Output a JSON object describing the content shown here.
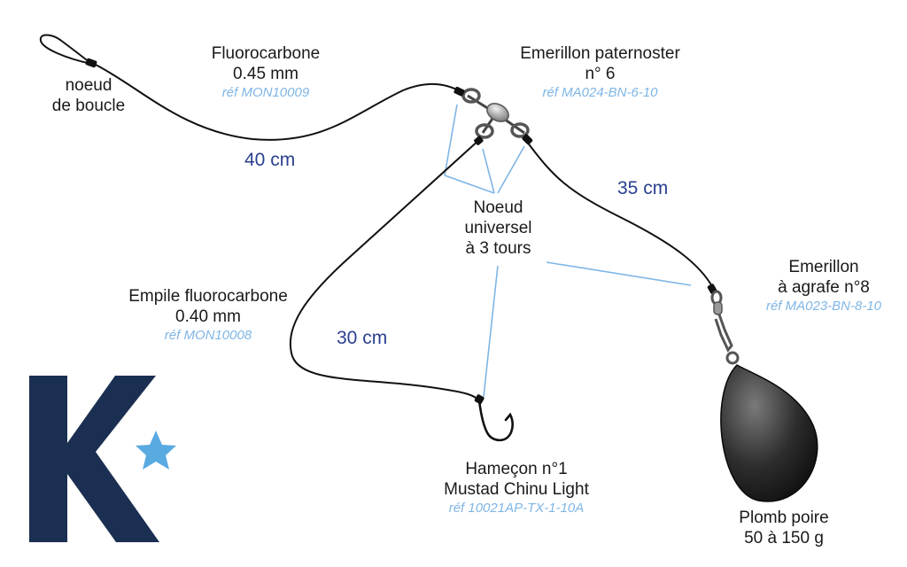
{
  "labels": {
    "loop_knot": {
      "line1": "noeud",
      "line2": "de boucle"
    },
    "main_line": {
      "line1": "Fluorocarbone",
      "line2": "0.45 mm",
      "ref": "réf MON10009"
    },
    "swivel": {
      "line1": "Emerillon paternoster",
      "line2": "n° 6",
      "ref": "réf MA024-BN-6-10"
    },
    "knot": {
      "line1": "Noeud",
      "line2": "universel",
      "line3": "à 3 tours"
    },
    "snap_swivel": {
      "line1": "Emerillon",
      "line2": "à agrafe n°8",
      "ref": "réf MA023-BN-8-10"
    },
    "leader": {
      "line1": "Empile fluorocarbone",
      "line2": "0.40 mm",
      "ref": "réf MON10008"
    },
    "hook": {
      "line1": "Hameçon n°1",
      "line2": "Mustad Chinu Light",
      "ref": "réf 10021AP-TX-1-10A"
    },
    "sinker": {
      "line1": "Plomb poire",
      "line2": "50 à 150 g"
    }
  },
  "lengths": {
    "main": "40 cm",
    "weight_arm": "35 cm",
    "leader": "30 cm"
  },
  "colors": {
    "line": "#111111",
    "callout": "#7fb6e6",
    "length_text": "#2a3f8f",
    "ref_text": "#7fb6e6",
    "logo_navy": "#1b2f52",
    "logo_star": "#5aaae2"
  },
  "logo": {
    "letter": "K"
  }
}
